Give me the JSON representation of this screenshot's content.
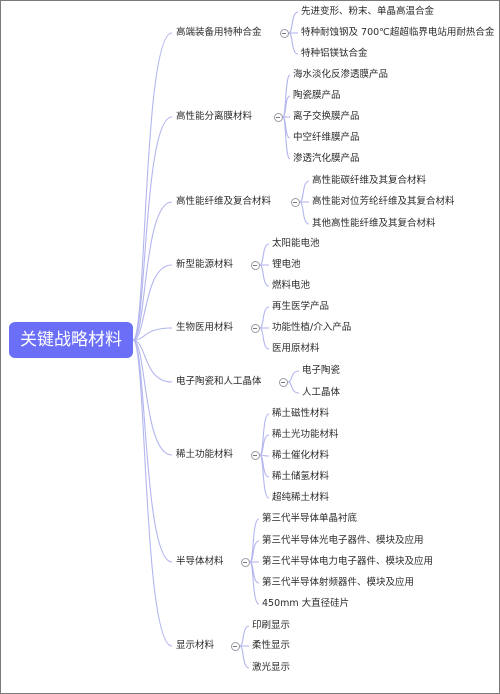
{
  "root": {
    "label": "关键战略材料"
  },
  "colors": {
    "root_fill": "#6b6ff7",
    "connector": "#b3b6ee",
    "text": "#2b2b2b"
  },
  "categories": [
    {
      "label": "高端装备用特种合金",
      "items": [
        "先进变形、粉末、单晶高温合金",
        "特种耐蚀钢及 700℃超超临界电站用耐热合金",
        "特种铝镁钛合金"
      ]
    },
    {
      "label": "高性能分离膜材料",
      "items": [
        "海水淡化反渗透膜产品",
        "陶瓷膜产品",
        "离子交换膜产品",
        "中空纤维膜产品",
        "渗透汽化膜产品"
      ]
    },
    {
      "label": "高性能纤维及复合材料",
      "items": [
        "高性能碳纤维及其复合材料",
        "高性能对位芳纶纤维及其复合材料",
        "其他高性能纤维及其复合材料"
      ]
    },
    {
      "label": "新型能源材料",
      "items": [
        "太阳能电池",
        "锂电池",
        "燃料电池"
      ]
    },
    {
      "label": "生物医用材料",
      "items": [
        "再生医学产品",
        "功能性植/介入产品",
        "医用原材料"
      ]
    },
    {
      "label": "电子陶瓷和人工晶体",
      "items": [
        "电子陶瓷",
        "人工晶体"
      ]
    },
    {
      "label": "稀土功能材料",
      "items": [
        "稀土磁性材料",
        "稀土光功能材料",
        "稀土催化材料",
        "稀土储氢材料",
        "超纯稀土材料"
      ]
    },
    {
      "label": "半导体材料",
      "items": [
        "第三代半导体单晶衬底",
        "第三代半导体光电子器件、模块及应用",
        "第三代半导体电力电子器件、模块及应用",
        "第三代半导体射频器件、模块及应用",
        "450mm 大直径硅片"
      ]
    },
    {
      "label": "显示材料",
      "items": [
        "印刷显示",
        "柔性显示",
        "激光显示"
      ]
    }
  ]
}
